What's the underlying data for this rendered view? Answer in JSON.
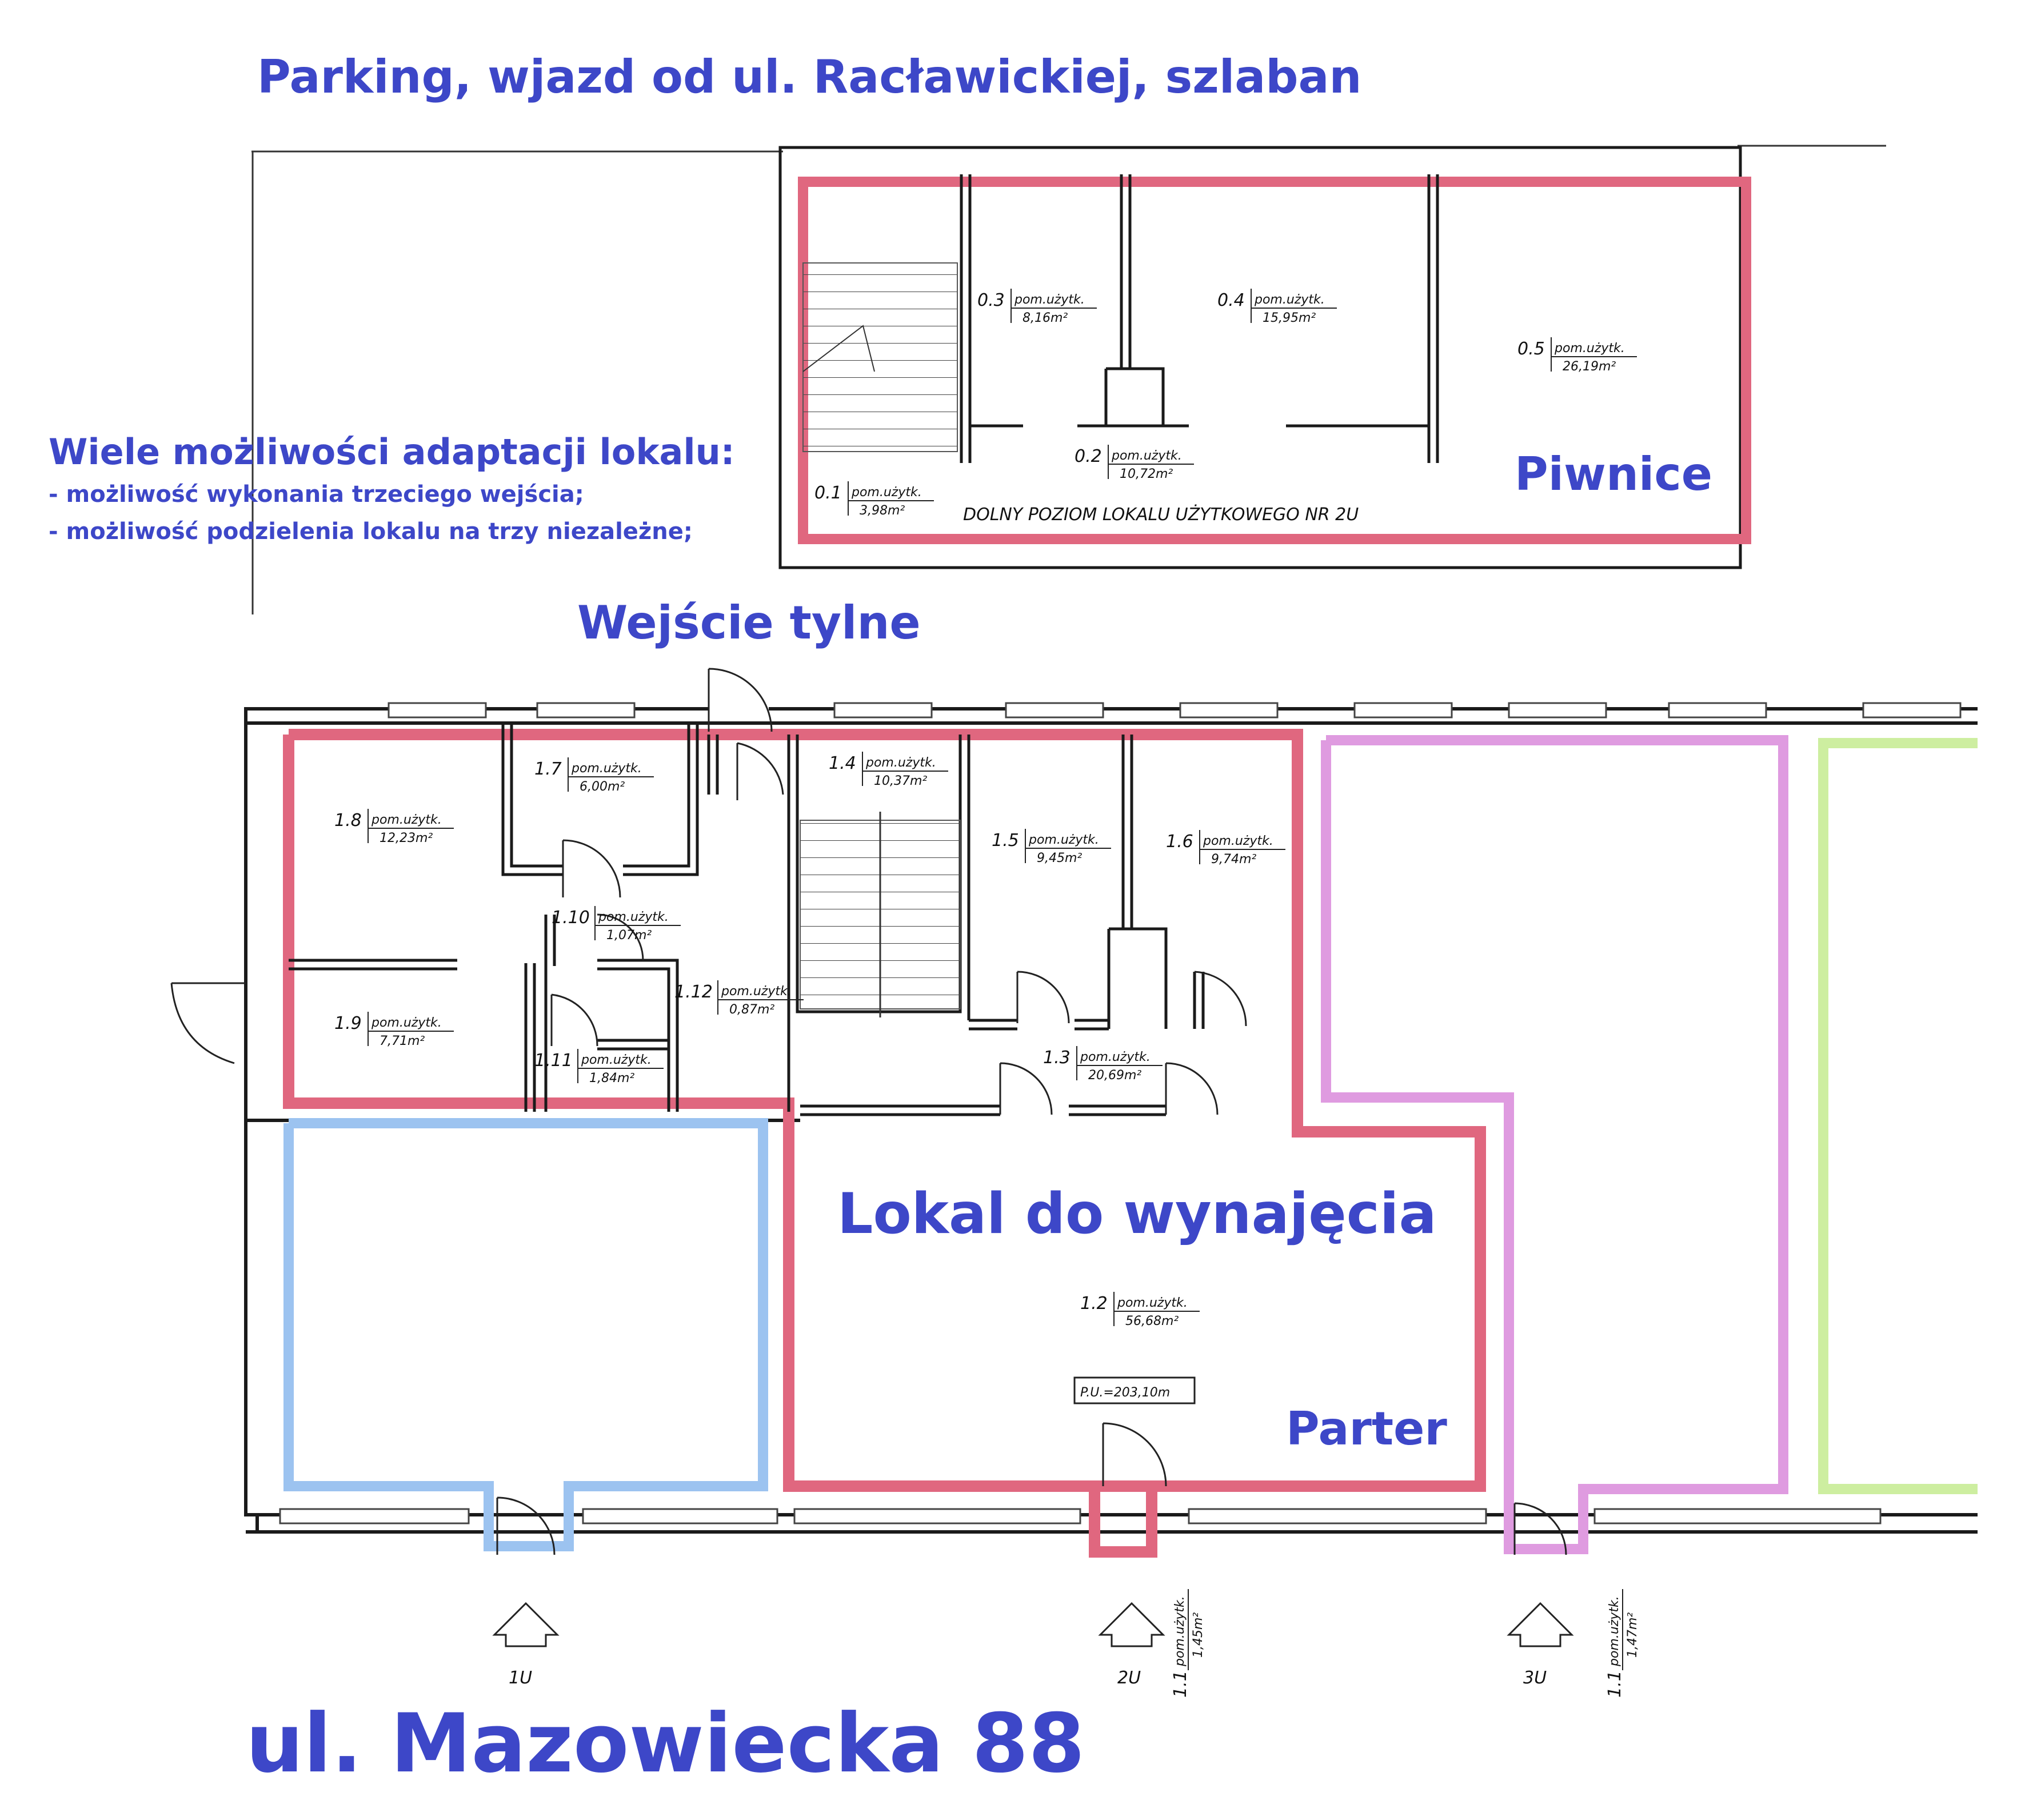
{
  "headings": {
    "parking": "Parking, wjazd od ul. Racławickiej, szlaban",
    "adaptation_title": "Wiele możliwości adaptacji lokalu:",
    "adaptation_points": [
      "- możliwość wykonania trzeciego wejścia;",
      "- możliwość podzielenia lokalu na trzy niezależne;"
    ],
    "back_entrance": "Wejście tylne",
    "basement": "Piwnice",
    "for_rent": "Lokal do wynajęcia",
    "ground_floor": "Parter",
    "address": "ul. Mazowiecka 88"
  },
  "basement_caption": "DOLNY POZIOM LOKALU UŻYTKOWEGO NR 2U",
  "total_area": "P.U.=203,10m",
  "room_type": "pom.użytk.",
  "rooms": [
    {
      "no": "0.1",
      "area": "3,98m²"
    },
    {
      "no": "0.2",
      "area": "10,72m²"
    },
    {
      "no": "0.3",
      "area": "8,16m²"
    },
    {
      "no": "0.4",
      "area": "15,95m²"
    },
    {
      "no": "0.5",
      "area": "26,19m²"
    },
    {
      "no": "1.2",
      "area": "56,68m²"
    },
    {
      "no": "1.3",
      "area": "20,69m²"
    },
    {
      "no": "1.4",
      "area": "10,37m²"
    },
    {
      "no": "1.5",
      "area": "9,45m²"
    },
    {
      "no": "1.6",
      "area": "9,74m²"
    },
    {
      "no": "1.7",
      "area": "6,00m²"
    },
    {
      "no": "1.8",
      "area": "12,23m²"
    },
    {
      "no": "1.9",
      "area": "7,71m²"
    },
    {
      "no": "1.10",
      "area": "1,07m²"
    },
    {
      "no": "1.11",
      "area": "1,84m²"
    },
    {
      "no": "1.12",
      "area": "0,87m²"
    }
  ],
  "vestibules": [
    {
      "no": "1.1",
      "area": "1,45m²"
    },
    {
      "no": "1.1",
      "area": "1,47m²"
    }
  ],
  "entrances": [
    "1U",
    "2U",
    "3U"
  ],
  "colors": {
    "annotation": "#3d47c8",
    "unit_2u_outline": "#e0677f",
    "unit_1u_outline": "#9cc3f0",
    "unit_3u_outline": "#df9be0",
    "neighbour_outline": "#cdeea0",
    "walls": "#1a1a1a"
  }
}
